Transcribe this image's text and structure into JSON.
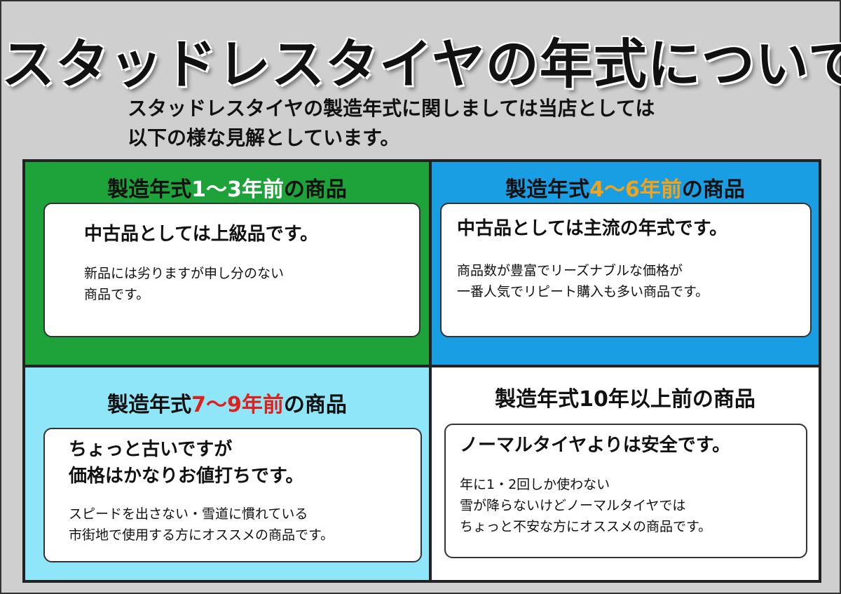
{
  "title": "スタッドレスタイヤの年式について",
  "intro": {
    "line1": "スタッドレスタイヤの製造年式に関しましては当店としては",
    "line2": "以下の様な見解としています。"
  },
  "panels": [
    {
      "head_pre": "製造年式",
      "head_range": "1～3年前",
      "head_post": "の商品",
      "lead": [
        "中古品としては上級品です。"
      ],
      "sub": [
        "新品には劣りますが申し分のない",
        "商品です。"
      ]
    },
    {
      "head_pre": "製造年式",
      "head_range": "4～6年前",
      "head_post": "の商品",
      "lead": [
        "中古品としては主流の年式です。"
      ],
      "sub": [
        "商品数が豊富でリーズナブルな価格が",
        "一番人気でリピート購入も多い商品です。"
      ]
    },
    {
      "head_pre": "製造年式",
      "head_range": "7～9年前",
      "head_post": "の商品",
      "lead": [
        "ちょっと古いですが",
        "価格はかなりお値打ちです。"
      ],
      "sub": [
        "スピードを出さない・雪道に慣れている",
        "市街地で使用する方にオススメの商品です。"
      ]
    },
    {
      "head_pre": "製造年式",
      "head_range": "10年以上前",
      "head_post": "の商品",
      "lead": [
        "ノーマルタイヤよりは安全です。"
      ],
      "sub": [
        "年に1・2回しか使わない",
        "雪が降らないけどノーマルタイヤでは",
        "ちょっと不安な方にオススメの商品です。"
      ]
    }
  ],
  "colors": {
    "panel1_bg": "#1ea33b",
    "panel2_bg": "#1a9ee3",
    "panel3_bg": "#8fe6f8",
    "panel4_bg": "#ffffff",
    "range1": "#ffffff",
    "range2": "#f3a21b",
    "range3": "#e0201b"
  }
}
